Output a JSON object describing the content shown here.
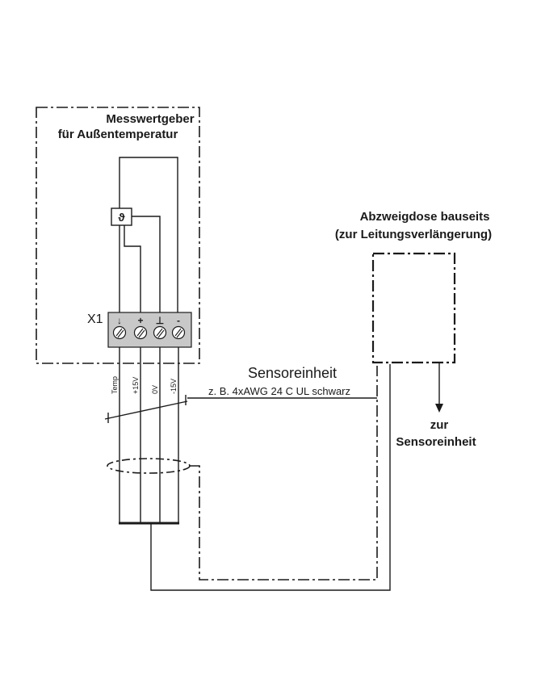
{
  "sensor_box": {
    "title_line1": "Messwertgeber",
    "title_line2": "für Außentemperatur",
    "sensor_symbol": "ϑ"
  },
  "terminal_block": {
    "label": "X1",
    "terminals": [
      {
        "symbol": "↓",
        "name": "temp"
      },
      {
        "symbol": "+",
        "name": "plus"
      },
      {
        "symbol": "⊥",
        "name": "ground"
      },
      {
        "symbol": "-",
        "name": "minus"
      }
    ],
    "fill_color": "#c8c8c8"
  },
  "wire_labels": [
    "Temp",
    "+15V",
    "0V",
    "-15V"
  ],
  "cable": {
    "title": "Sensoreinheit",
    "spec": "z. B. 4xAWG 24 C UL schwarz"
  },
  "junction_box": {
    "title_line1": "Abzweigdose bauseits",
    "title_line2": "(zur Leitungsverlängerung)"
  },
  "output": {
    "line1": "zur",
    "line2": "Sensoreinheit"
  }
}
